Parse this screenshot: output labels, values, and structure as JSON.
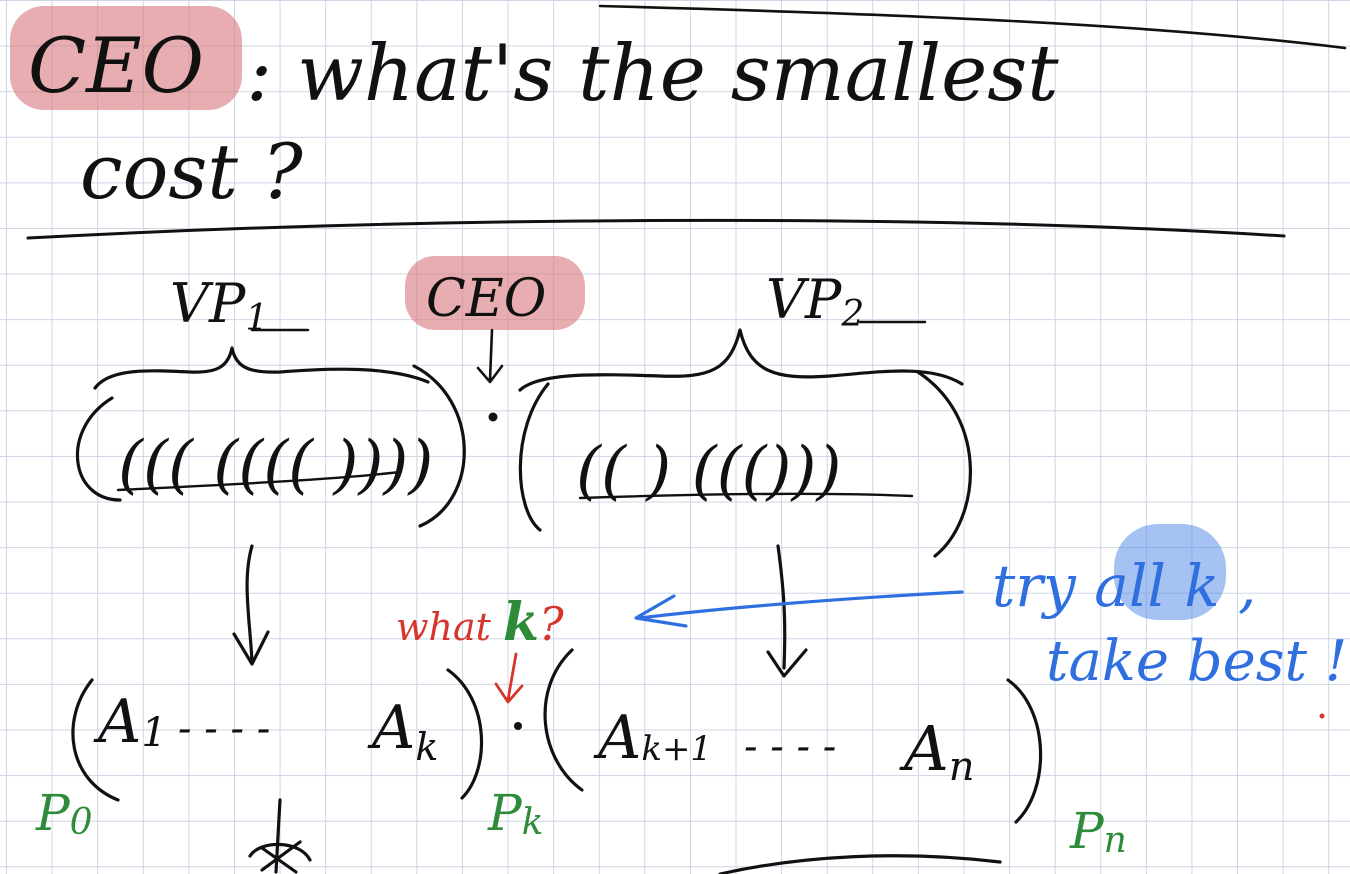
{
  "heading": {
    "highlight_word": "CEO",
    "line1_rest": ": what's the smallest",
    "line2": "cost ?"
  },
  "structure": {
    "ceo_label": "CEO",
    "vp_left": "VP",
    "vp_left_sub": "1",
    "vp_right": "VP",
    "vp_right_sub": "2",
    "paren_group_left": "((( (((( ))))",
    "paren_group_right": "(( ) ((()))"
  },
  "matrices": {
    "a1": "A",
    "a1_sub": "1",
    "dashes_left": "- - - -",
    "ak": "A",
    "ak_sub": "k",
    "ak1": "A",
    "ak1_sub": "k+1",
    "dashes_right": "- - - -",
    "an": "A",
    "an_sub": "n"
  },
  "dims": {
    "p0": "P",
    "p0_sub": "0",
    "pk": "P",
    "pk_sub": "k",
    "pn": "P",
    "pn_sub": "n"
  },
  "annotations": {
    "what_k_prefix": "what ",
    "what_k_letter": "k",
    "what_k_suffix": "?",
    "try_prefix": "try ",
    "try_all": "all",
    "try_suffix": " k ,",
    "take_best": "take best !"
  },
  "colors": {
    "ink": "#111111",
    "pink_highlight": "#d97a80",
    "blue_ink": "#2f6fe0",
    "blue_highlight": "#5b8fe8",
    "red_ink": "#d7352b",
    "green_ink": "#2e8b3a",
    "grid": "#cdd6e6"
  }
}
